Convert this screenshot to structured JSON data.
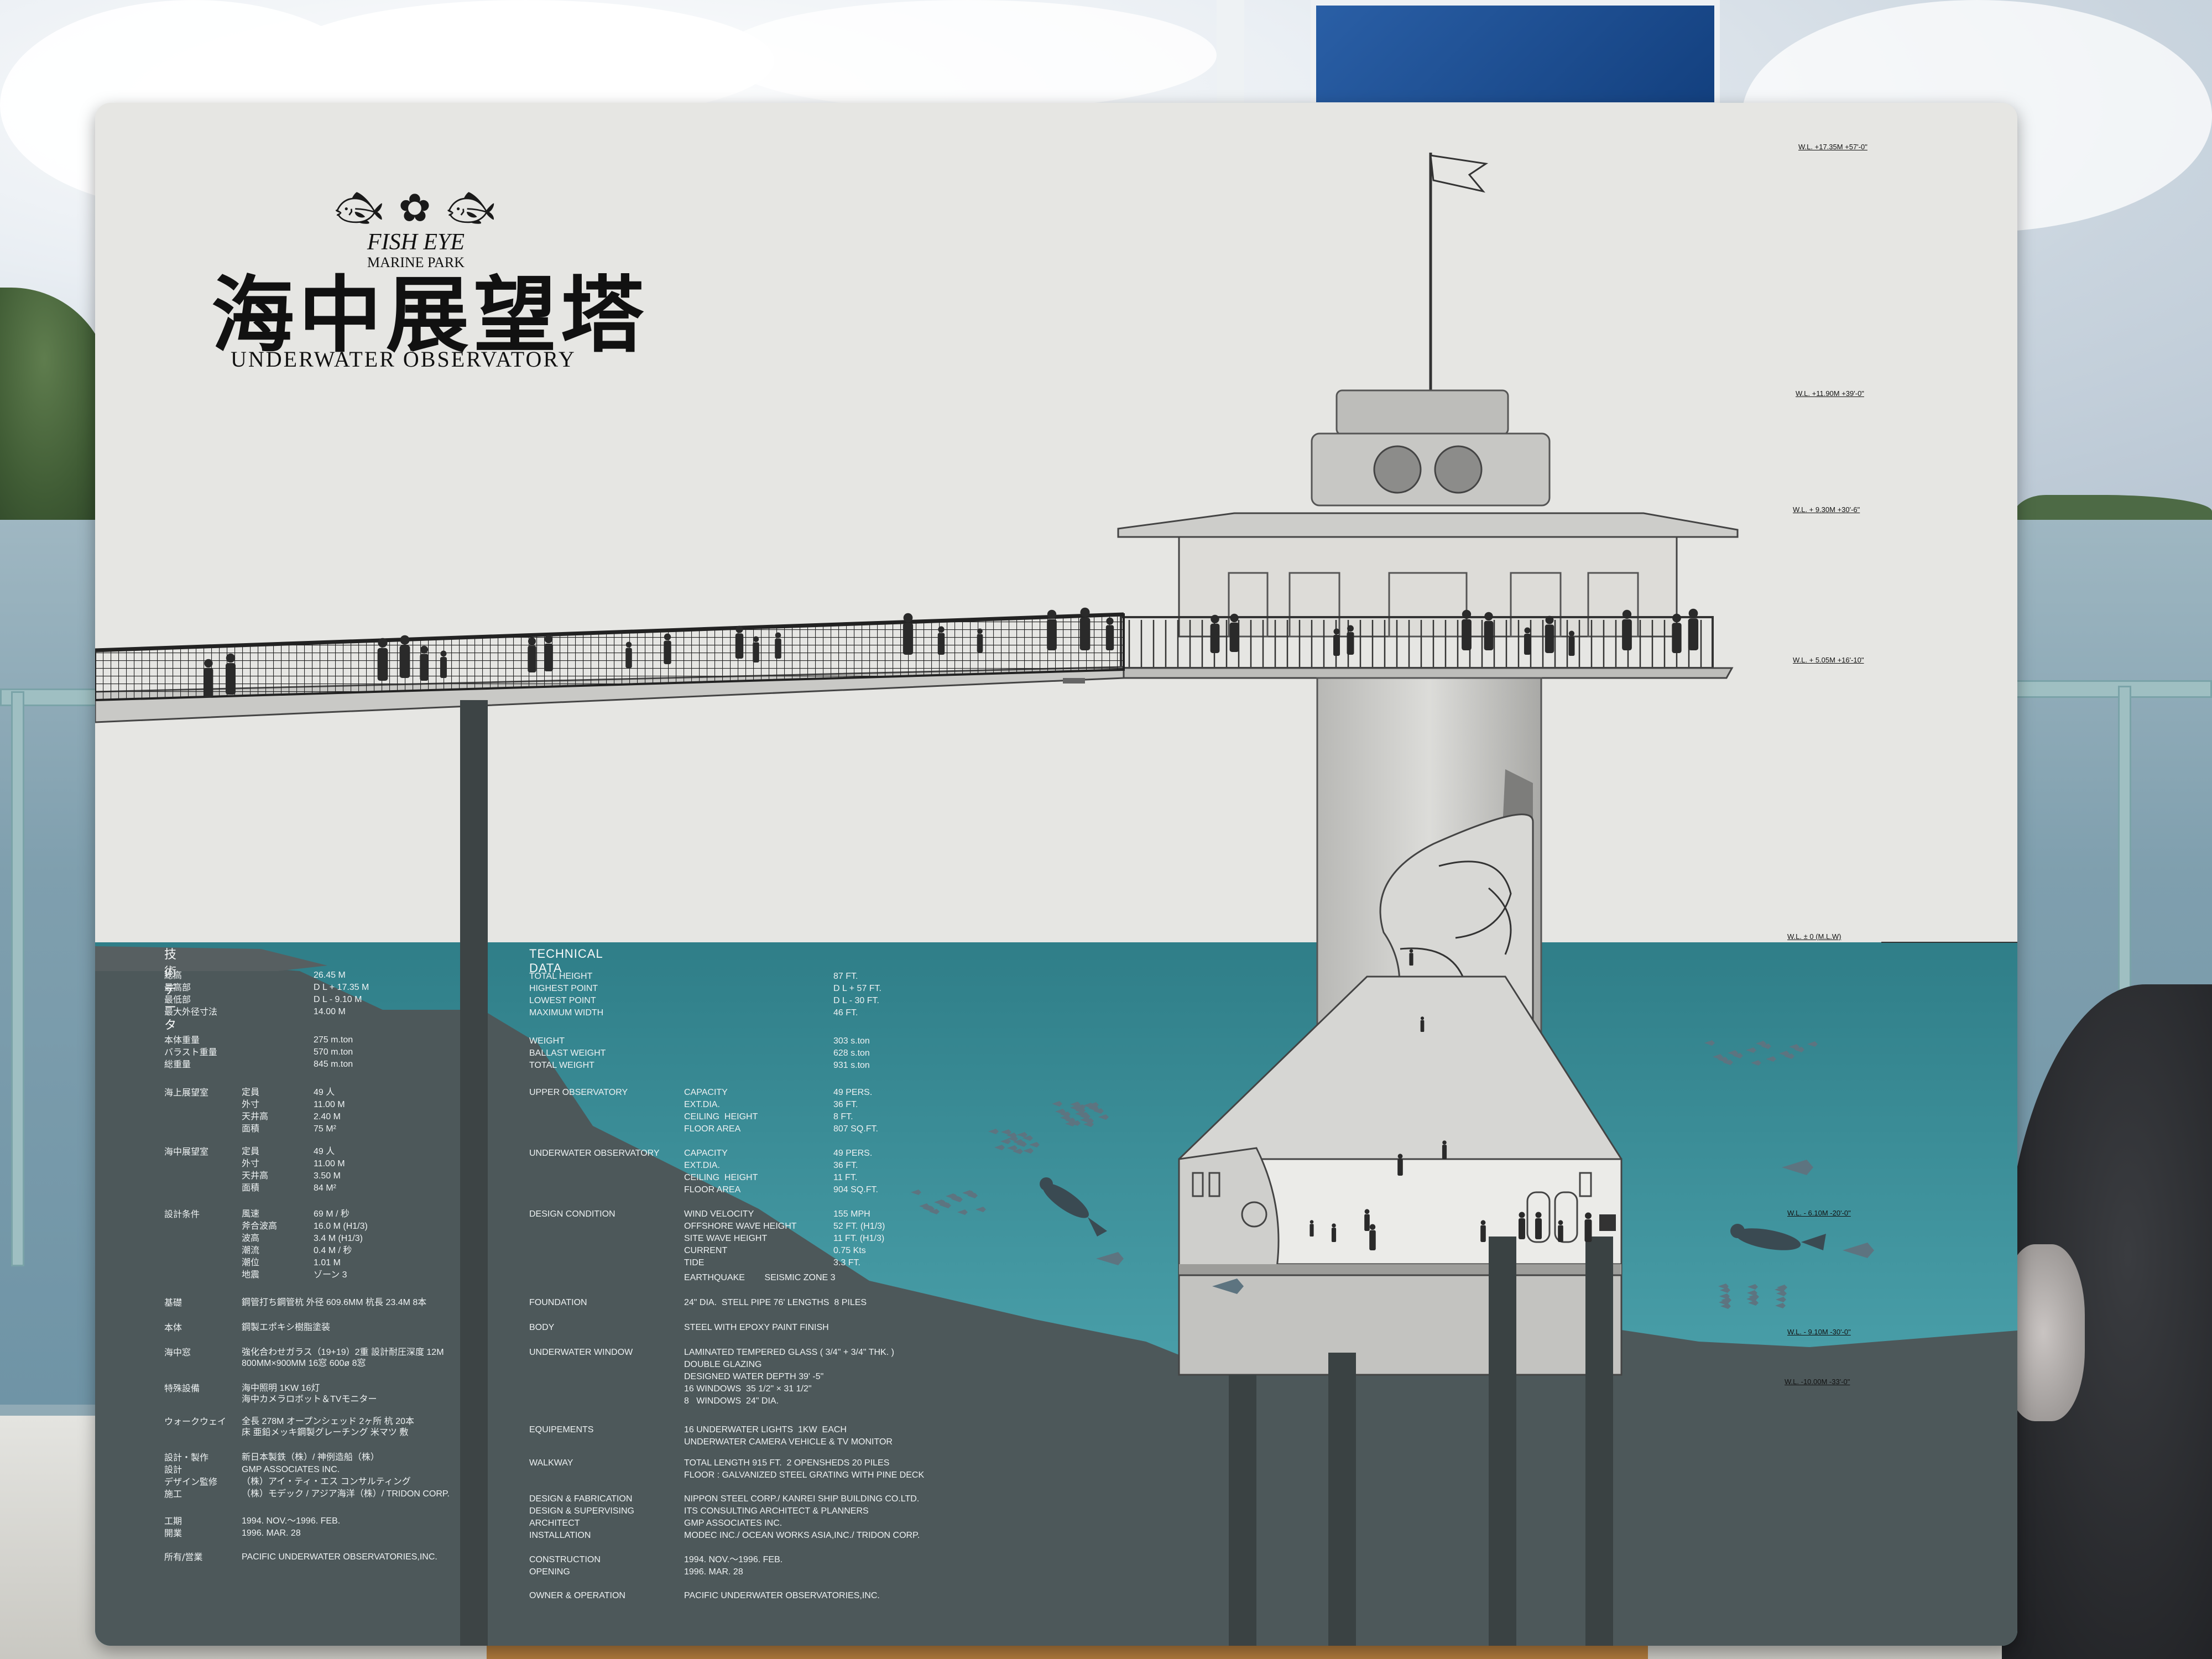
{
  "sign": {
    "logo_name": "FISH EYE",
    "logo_sub": "MARINE PARK",
    "title_jp": "海中展望塔",
    "title_en": "UNDERWATER OBSERVATORY"
  },
  "levels": [
    "W.L. +17.35M +57'-0\"",
    "W.L. +11.90M +39'-0\"",
    "W.L. + 9.30M +30'-6\"",
    "W.L. + 5.05M +16'-10\"",
    "W.L. ± 0     (M.L.W)",
    "W.L. - 6.10M -20'-0\"",
    "W.L. - 9.10M -30'-0\"",
    "W.L. -10.00M -33'-0\""
  ],
  "tech_jp": {
    "heading": "技術データ",
    "rows": [
      {
        "k": "総高",
        "v": "26.45 M"
      },
      {
        "k": "最高部",
        "v": "D L + 17.35 M"
      },
      {
        "k": "最低部",
        "v": "D L - 9.10 M"
      },
      {
        "k": "最大外径寸法",
        "v": "14.00 M"
      },
      {
        "k": "本体重量",
        "v": "275 m.ton"
      },
      {
        "k": "バラスト重量",
        "v": "570 m.ton"
      },
      {
        "k": "総重量",
        "v": "845 m.ton"
      },
      {
        "k": "海上展望室",
        "s": "定員",
        "v": "49 人"
      },
      {
        "k": "",
        "s": "外寸",
        "v": "11.00 M"
      },
      {
        "k": "",
        "s": "天井高",
        "v": "2.40 M"
      },
      {
        "k": "",
        "s": "面積",
        "v": "75 M²"
      },
      {
        "k": "海中展望室",
        "s": "定員",
        "v": "49 人"
      },
      {
        "k": "",
        "s": "外寸",
        "v": "11.00 M"
      },
      {
        "k": "",
        "s": "天井高",
        "v": "3.50 M"
      },
      {
        "k": "",
        "s": "面積",
        "v": "84 M²"
      },
      {
        "k": "設計条件",
        "s": "風速",
        "v": "69 M / 秒"
      },
      {
        "k": "",
        "s": "斧合波高",
        "v": "16.0 M (H1/3)"
      },
      {
        "k": "",
        "s": "波高",
        "v": "3.4 M (H1/3)"
      },
      {
        "k": "",
        "s": "潮流",
        "v": "0.4 M / 秒"
      },
      {
        "k": "",
        "s": "潮位",
        "v": "1.01 M"
      },
      {
        "k": "",
        "s": "地震",
        "v": "ゾーン 3"
      },
      {
        "k": "基礎",
        "v": "鋼管打ち鋼管杭 外径 609.6MM 杭長 23.4M 8本"
      },
      {
        "k": "本体",
        "v": "鋼製エポキシ樹脂塗装"
      },
      {
        "k": "海中窓",
        "v": "強化合わせガラス（19+19）2重 設計耐圧深度 12M"
      },
      {
        "k": "",
        "v": "800MM×900MM 16窓 600ø 8窓"
      },
      {
        "k": "特殊設備",
        "v": "海中照明 1KW 16灯"
      },
      {
        "k": "",
        "v": "海中カメラロボット＆TVモニター"
      },
      {
        "k": "ウォークウェイ",
        "v": "全長 278M オープンシェッド 2ヶ所 杭 20本"
      },
      {
        "k": "",
        "v": "床 亜鉛メッキ鋼製グレーチング 米マツ 敷"
      },
      {
        "k": "設計・製作",
        "v": "新日本製鉄（株）/ 神例造船（株）"
      },
      {
        "k": "設計",
        "v": "GMP ASSOCIATES INC."
      },
      {
        "k": "デザイン監修",
        "v": "（株）アイ・ティ・エス コンサルティング"
      },
      {
        "k": "施工",
        "v": "（株）モデック / アジア海洋（株）/ TRIDON CORP."
      },
      {
        "k": "工期",
        "v": "1994. NOV.～1996. FEB."
      },
      {
        "k": "開業",
        "v": "1996. MAR. 28"
      },
      {
        "k": "所有/営業",
        "v": "PACIFIC UNDERWATER OBSERVATORIES,INC."
      }
    ]
  },
  "tech_en": {
    "heading": "TECHNICAL DATA",
    "rows": [
      {
        "k": "TOTAL HEIGHT",
        "v": "87 FT."
      },
      {
        "k": "HIGHEST POINT",
        "v": "D L + 57 FT."
      },
      {
        "k": "LOWEST POINT",
        "v": "D L - 30 FT."
      },
      {
        "k": "MAXIMUM WIDTH",
        "v": "46 FT."
      },
      {
        "k": "WEIGHT",
        "v": "303 s.ton"
      },
      {
        "k": "BALLAST WEIGHT",
        "v": "628 s.ton"
      },
      {
        "k": "TOTAL WEIGHT",
        "v": "931 s.ton"
      },
      {
        "k": "UPPER OBSERVATORY",
        "s": "CAPACITY",
        "v": "49 PERS."
      },
      {
        "k": "",
        "s": "EXT.DIA.",
        "v": "36 FT."
      },
      {
        "k": "",
        "s": "CEILING  HEIGHT",
        "v": "8 FT."
      },
      {
        "k": "",
        "s": "FLOOR AREA",
        "v": "807 SQ.FT."
      },
      {
        "k": "UNDERWATER OBSERVATORY",
        "s": "CAPACITY",
        "v": "49 PERS."
      },
      {
        "k": "",
        "s": "EXT.DIA.",
        "v": "36 FT."
      },
      {
        "k": "",
        "s": "CEILING  HEIGHT",
        "v": "11 FT."
      },
      {
        "k": "",
        "s": "FLOOR AREA",
        "v": "904 SQ.FT."
      },
      {
        "k": "DESIGN CONDITION",
        "s": "WIND VELOCITY",
        "v": "155 MPH"
      },
      {
        "k": "",
        "s": "OFFSHORE WAVE HEIGHT",
        "v": "52 FT. (H1/3)"
      },
      {
        "k": "",
        "s": "SITE WAVE HEIGHT",
        "v": "11 FT. (H1/3)"
      },
      {
        "k": "",
        "s": "CURRENT",
        "v": "0.75 Kts"
      },
      {
        "k": "",
        "s": "TIDE",
        "v": "3.3 FT."
      },
      {
        "k": "",
        "s": "EARTHQUAKE        SEISMIC ZONE 3",
        "v": ""
      },
      {
        "k": "FOUNDATION",
        "s": "24\" DIA.  STELL PIPE 76' LENGTHS  8 PILES",
        "v": ""
      },
      {
        "k": "BODY",
        "s": "STEEL WITH EPOXY PAINT FINISH",
        "v": ""
      },
      {
        "k": "UNDERWATER WINDOW",
        "s": "LAMINATED TEMPERED GLASS ( 3/4\" + 3/4\" THK. )",
        "v": ""
      },
      {
        "k": "",
        "s": "DOUBLE GLAZING",
        "v": ""
      },
      {
        "k": "",
        "s": "DESIGNED WATER DEPTH 39' -5\"",
        "v": ""
      },
      {
        "k": "",
        "s": "16 WINDOWS  35 1/2\" × 31 1/2\"",
        "v": ""
      },
      {
        "k": "",
        "s": "8   WINDOWS  24\" DIA.",
        "v": ""
      },
      {
        "k": "EQUIPEMENTS",
        "s": "16 UNDERWATER LIGHTS  1KW  EACH",
        "v": ""
      },
      {
        "k": "",
        "s": "UNDERWATER CAMERA VEHICLE & TV MONITOR",
        "v": ""
      },
      {
        "k": "WALKWAY",
        "s": "TOTAL LENGTH 915 FT.  2 OPENSHEDS 20 PILES",
        "v": ""
      },
      {
        "k": "",
        "s": "FLOOR : GALVANIZED STEEL GRATING WITH PINE DECK",
        "v": ""
      },
      {
        "k": "DESIGN & FABRICATION",
        "s": "NIPPON STEEL CORP./ KANREI SHIP BUILDING CO.LTD.",
        "v": ""
      },
      {
        "k": "DESIGN & SUPERVISING",
        "s": "ITS CONSULTING ARCHITECT & PLANNERS",
        "v": ""
      },
      {
        "k": "ARCHITECT",
        "s": "GMP ASSOCIATES INC.",
        "v": ""
      },
      {
        "k": "INSTALLATION",
        "s": "MODEC INC./ OCEAN WORKS ASIA,INC./ TRIDON CORP.",
        "v": ""
      },
      {
        "k": "CONSTRUCTION",
        "s": "1994. NOV.～1996. FEB.",
        "v": ""
      },
      {
        "k": "OPENING",
        "s": "1996. MAR. 28",
        "v": ""
      },
      {
        "k": "OWNER & OPERATION",
        "s": "PACIFIC UNDERWATER OBSERVATORIES,INC.",
        "v": ""
      }
    ]
  },
  "colors": {
    "board": "#e6e6e3",
    "sea": "#3e8f98",
    "seabed": "#4c5658",
    "tower": "#cfcfcc"
  }
}
